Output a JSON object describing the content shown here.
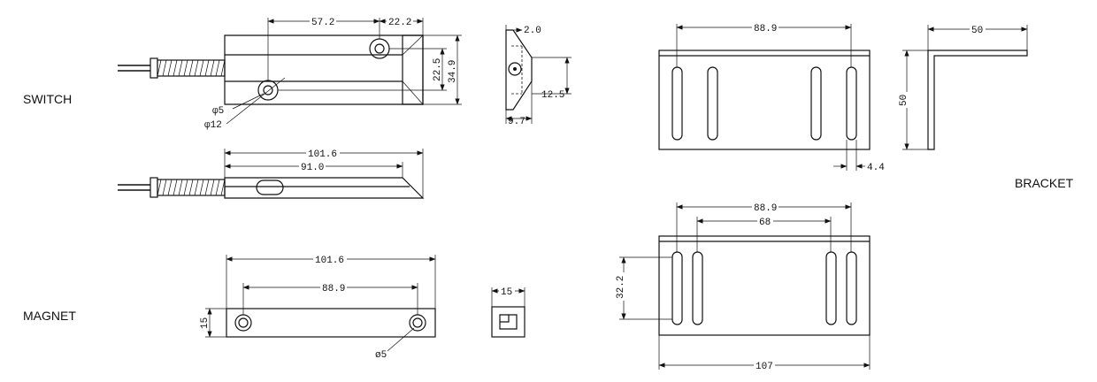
{
  "sections": {
    "switch": "SWITCH",
    "magnet": "MAGNET",
    "bracket": "BRACKET"
  },
  "dims": {
    "sw_top_57_2": "57.2",
    "sw_top_22_2": "22.2",
    "sw_top_22_5": "22.5",
    "sw_top_34_9": "34.9",
    "sw_hole_5": "φ5",
    "sw_hole_12": "φ12",
    "sw_end_2_0": "2.0",
    "sw_end_12_5": "12.5",
    "sw_end_9_7": "9.7",
    "sw_side_101_6": "101.6",
    "sw_side_91_0": "91.0",
    "mg_101_6": "101.6",
    "mg_88_9": "88.9",
    "mg_15": "15",
    "mg_hole_5": "ø5",
    "mg_end_15": "15",
    "br_top_88_9": "88.9",
    "br_slot_4_4": "4.4",
    "br_side_50w": "50",
    "br_side_50h": "50",
    "br_bot_88_9": "88.9",
    "br_bot_68": "68",
    "br_bot_32_2": "32.2",
    "br_bot_107": "107"
  }
}
